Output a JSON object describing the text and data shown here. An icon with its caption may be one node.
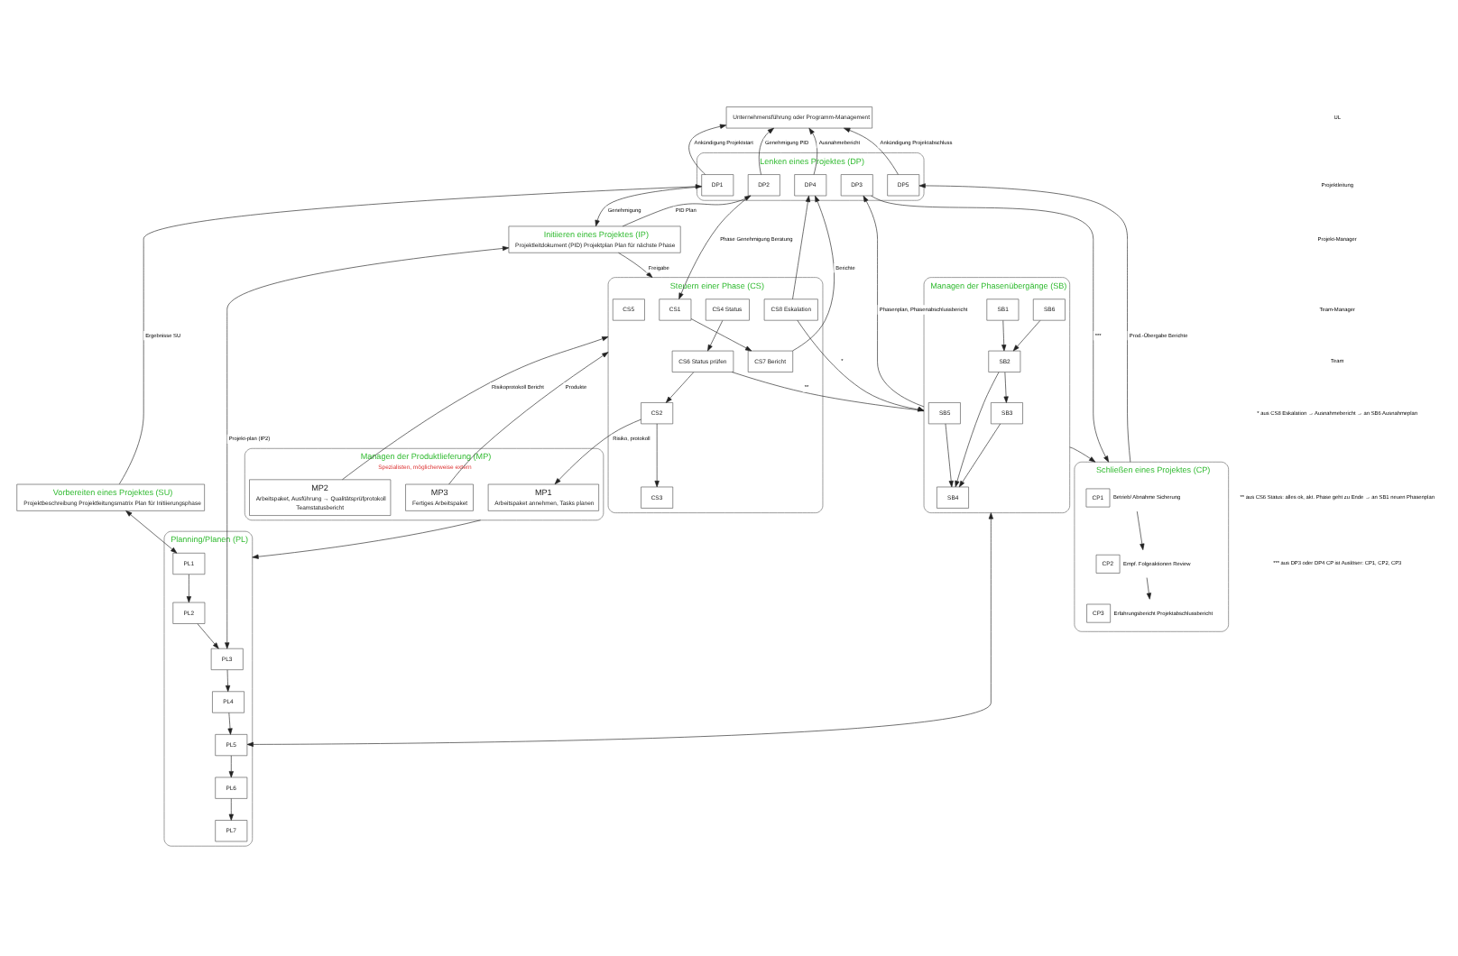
{
  "diagram": {
    "nodes": [
      {
        "text": [
          "Unternehmensführung oder Programm-Management"
        ]
      },
      {
        "text": [
          "Lenken eines Projektes (DP)"
        ]
      },
      {
        "text": [
          "DP1"
        ],
        "in": 1
      },
      {
        "text": [
          "DP2"
        ],
        "in": 1
      },
      {
        "text": [
          "DP4"
        ],
        "in": 1
      },
      {
        "text": [
          "DP3"
        ],
        "in": 1
      },
      {
        "text": [
          "DP5"
        ],
        "in": 1
      },
      {
        "text": [
          "Vorbereiten eines Projektes (SU)",
          "Projektbeschreibung Projektleitungsmatrix Plan für Initiierungsphase"
        ]
      },
      {
        "text": [
          "Initiieren eines Projektes (IP)",
          "Projektleitdokument (PID) Projektplan Plan für nächste Phase"
        ]
      },
      {
        "text": [
          "Steuern einer Phase (CS)"
        ]
      },
      {
        "text": [
          "CS1"
        ],
        "in": 9
      },
      {
        "text": [
          "CS4 Status"
        ],
        "in": 9
      },
      {
        "text": [
          "CS8 Eskalation"
        ],
        "in": 9
      },
      {
        "text": [
          "CS7 Bericht"
        ],
        "in": 9
      },
      {
        "text": [
          "CS6 Status prüfen"
        ],
        "in": 9
      },
      {
        "text": [
          "CS5"
        ],
        "in": 9
      },
      {
        "text": [
          "CS2"
        ],
        "in": 9
      },
      {
        "text": [
          "CS3"
        ],
        "in": 9
      },
      {
        "text": [
          "Managen der Phasenübergänge (SB)"
        ]
      },
      {
        "text": [
          "SB5"
        ],
        "in": 18
      },
      {
        "text": [
          "SB6"
        ],
        "in": 18
      },
      {
        "text": [
          "SB1"
        ],
        "in": 18
      },
      {
        "text": [
          "SB4"
        ],
        "in": 18
      },
      {
        "text": [
          "SB2"
        ],
        "in": 18
      },
      {
        "text": [
          "SB3"
        ],
        "in": 18
      },
      {
        "text": [
          "Schließen eines Projektes (CP)"
        ]
      },
      {
        "text": [
          "CP1"
        ],
        "in": 25,
        "beside": [
          "Betrieb/ Abnahme Sicherung"
        ]
      },
      {
        "text": [
          "CP2"
        ],
        "in": 25,
        "beside": [
          "Empf. Folgeaktionen Review"
        ]
      },
      {
        "text": [
          "CP3"
        ],
        "in": 25,
        "beside": [
          "Erfahrungsbericht Projektabschlussbericht"
        ]
      },
      {
        "text": [
          "Managen der Produktlieferung (MP)",
          "Spezialisten, möglicherweise extern"
        ]
      },
      {
        "text": [
          "MP1",
          "Arbeitspaket annehmen, Tasks planen"
        ],
        "in": 29
      },
      {
        "text": [
          "MP2",
          "Arbeitspaket, Ausführung → Qualitätsprüfprotokoll",
          "Teamstatusbericht"
        ],
        "in": 29
      },
      {
        "text": [
          "MP3",
          "Fertiges Arbeitspaket"
        ],
        "in": 29
      },
      {
        "text": [
          "Planning/Planen (PL)"
        ]
      },
      {
        "text": [
          "PL1"
        ],
        "in": 33
      },
      {
        "text": [
          "PL2"
        ],
        "in": 33
      },
      {
        "text": [
          "PL3"
        ],
        "in": 33
      },
      {
        "text": [
          "PL4"
        ],
        "in": 33
      },
      {
        "text": [
          "PL5"
        ],
        "in": 33
      },
      {
        "text": [
          "PL6"
        ],
        "in": 33
      },
      {
        "text": [
          "PL7"
        ],
        "in": 33
      }
    ],
    "edges": [
      {
        "from": 2,
        "to": 0,
        "arrow": "to",
        "label": "Ankündigung Projektstart"
      },
      {
        "from": 3,
        "to": 0,
        "arrow": "to",
        "label": "Genehmigung PID"
      },
      {
        "from": 4,
        "to": 0,
        "arrow": "to",
        "label": "Ausnahmebericht"
      },
      {
        "from": 6,
        "to": 0,
        "arrow": "to",
        "label": "Ankündigung Projektabschluss"
      },
      {
        "from": 7,
        "to": 2,
        "arrow": "to",
        "label": "Ergebnisse SU"
      },
      {
        "from": 2,
        "to": 8,
        "arrow": "to",
        "label": "Genehmigung"
      },
      {
        "from": 8,
        "to": 3,
        "arrow": "to",
        "label": "PID Plan"
      },
      {
        "from": 3,
        "to": 10,
        "arrow": "to",
        "label": "Phase Genehmigung Beratung"
      },
      {
        "from": 12,
        "to": 4,
        "arrow": "to"
      },
      {
        "from": 13,
        "to": 4,
        "arrow": "to",
        "label": "Berichte"
      },
      {
        "from": 18,
        "to": 5,
        "arrow": "to",
        "label": "Phasenplan, Phasenabschlussbericht"
      },
      {
        "from": 5,
        "to": 25,
        "arrow": "to",
        "label": "***"
      },
      {
        "from": 25,
        "to": 6,
        "arrow": "to",
        "label": "Prod.-Übergabe Berichte"
      },
      {
        "from": 12,
        "to": 18,
        "arrow": "to",
        "label": "*"
      },
      {
        "from": 14,
        "to": 18,
        "arrow": "to",
        "label": "**"
      },
      {
        "from": 18,
        "to": 25,
        "arrow": "to"
      },
      {
        "from": 8,
        "to": 9,
        "arrow": "to",
        "label": "Freigabe"
      },
      {
        "from": 16,
        "to": 30,
        "arrow": "to",
        "label": "Risiko, protokoll"
      },
      {
        "from": 31,
        "to": 9,
        "arrow": "to",
        "label": "Risikoprotokoll Bericht"
      },
      {
        "from": 32,
        "to": 9,
        "arrow": "to",
        "label": "Produkte"
      },
      {
        "from": 7,
        "to": 34,
        "arrow": "both"
      },
      {
        "from": 8,
        "to": 36,
        "arrow": "both",
        "label": "Projekt-plan (IP2)"
      },
      {
        "from": 29,
        "to": 33,
        "arrow": "to"
      },
      {
        "from": 18,
        "to": 38,
        "arrow": "both"
      },
      {
        "from": 34,
        "to": 35,
        "arrow": "to"
      },
      {
        "from": 35,
        "to": 36,
        "arrow": "to"
      },
      {
        "from": 36,
        "to": 37,
        "arrow": "to"
      },
      {
        "from": 37,
        "to": 38,
        "arrow": "to"
      },
      {
        "from": 38,
        "to": 39,
        "arrow": "to"
      },
      {
        "from": 39,
        "to": 40,
        "arrow": "to"
      },
      {
        "from": 10,
        "to": 13,
        "arrow": "to"
      },
      {
        "from": 11,
        "to": 14,
        "arrow": "to"
      },
      {
        "from": 14,
        "to": 16,
        "arrow": "to"
      },
      {
        "from": 16,
        "to": 17,
        "arrow": "to"
      },
      {
        "from": 19,
        "to": 22,
        "arrow": "to"
      },
      {
        "from": 20,
        "to": 23,
        "arrow": "to"
      },
      {
        "from": 21,
        "to": 23,
        "arrow": "to"
      },
      {
        "from": 23,
        "to": 22,
        "arrow": "to"
      },
      {
        "from": 23,
        "to": 24,
        "arrow": "to"
      },
      {
        "from": 24,
        "to": 22,
        "arrow": "to"
      },
      {
        "from": 26,
        "to": 27,
        "arrow": "to"
      },
      {
        "from": 27,
        "to": 28,
        "arrow": "to"
      }
    ],
    "labels": [
      "UL",
      "Projektleitung",
      "Projekt-Manager",
      "Team-Manager",
      "Team",
      "* aus CS8 Eskalation → Ausnahmebericht → an SB6 Ausnahmeplan",
      "** aus CS6 Status: alles ok, akt. Phase geht zu Ende → an SB1 neuen Phasenplan",
      "*** aus DP3 oder DP4 CP ist Auslöser: CP1, CP2, CP3"
    ]
  }
}
